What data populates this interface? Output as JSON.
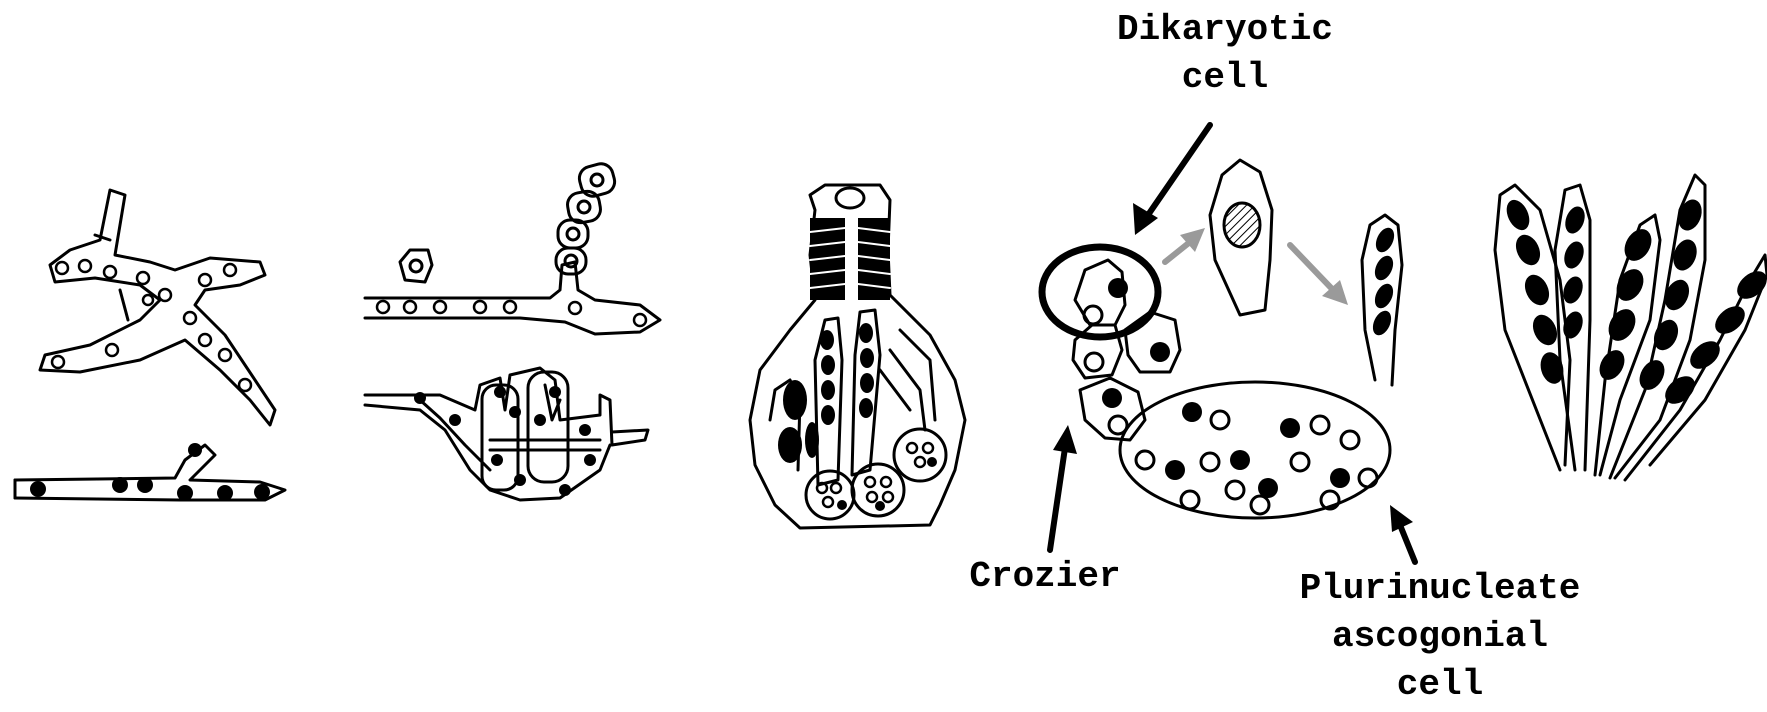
{
  "labels": {
    "dikaryotic": [
      "Dikaryotic",
      "cell"
    ],
    "crozier": "Crozier",
    "plurinucleate": [
      "Plurinucleate",
      "ascogonial",
      "cell"
    ]
  },
  "colors": {
    "ink": "#000000",
    "paper": "#ffffff",
    "grey_arrow": "#9a9a9a"
  }
}
